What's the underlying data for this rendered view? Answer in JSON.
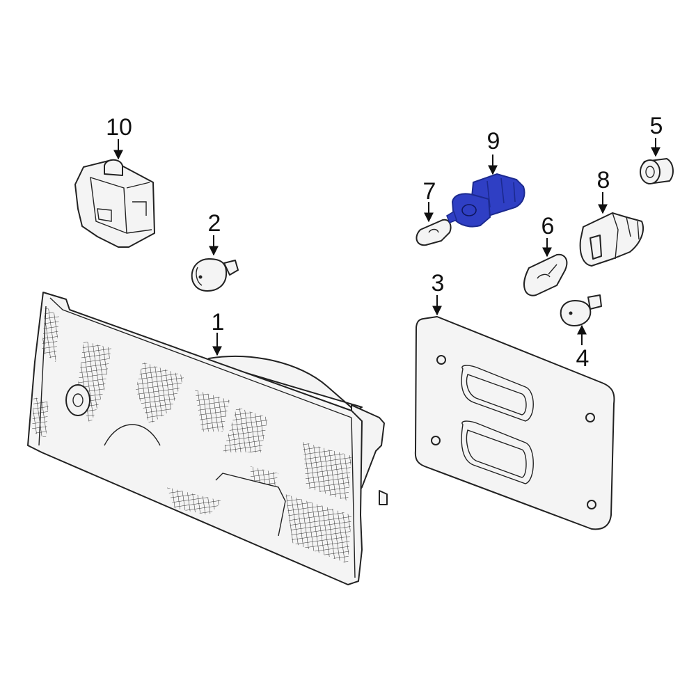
{
  "diagram": {
    "callouts": [
      "1",
      "2",
      "3",
      "4",
      "5",
      "6",
      "7",
      "8",
      "9",
      "10"
    ],
    "highlighted_callout": "9",
    "colors": {
      "highlight": "#2f3fc4",
      "highlight_dark": "#1c2a8f",
      "line": "#222222",
      "fill": "#f4f4f4"
    }
  }
}
